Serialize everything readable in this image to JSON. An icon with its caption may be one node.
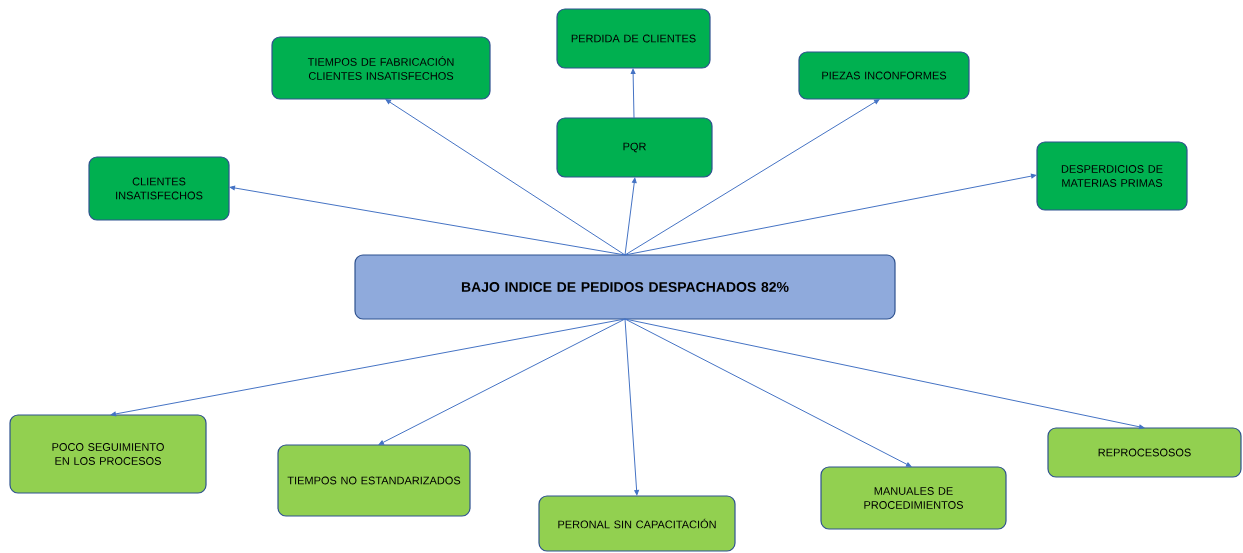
{
  "diagram": {
    "nodes": [
      {
        "text": [
          "PERDIDA DE CLIENTES"
        ]
      },
      {
        "text": [
          "TIEMPOS DE FABRICACIÓN CLIENTES INSATISFECHOS"
        ]
      },
      {
        "text": [
          "PIEZAS INCONFORMES"
        ]
      },
      {
        "text": [
          "PQR"
        ]
      },
      {
        "text": [
          "DESPERDICIOS DE MATERIAS PRIMAS"
        ]
      },
      {
        "text": [
          "CLIENTES INSATISFECHOS"
        ]
      },
      {
        "text": [
          "BAJO INDICE DE PEDIDOS DESPACHADOS 82%"
        ]
      },
      {
        "text": [
          "POCO SEGUIMIENTO EN LOS PROCESOS"
        ]
      },
      {
        "text": [
          "REPROCESOSOS"
        ]
      },
      {
        "text": [
          "TIEMPOS NO ESTANDARIZADOS"
        ]
      },
      {
        "text": [
          "MANUALES DE PROCEDIMIENTOS"
        ]
      },
      {
        "text": [
          "PERONAL SIN CAPACITACIÓN"
        ]
      }
    ],
    "edges": [
      {
        "from": 6,
        "to": 5,
        "arrow": "to"
      },
      {
        "from": 6,
        "to": 1,
        "arrow": "to"
      },
      {
        "from": 6,
        "to": 3,
        "arrow": "to"
      },
      {
        "from": 3,
        "to": 0,
        "arrow": "to"
      },
      {
        "from": 6,
        "to": 2,
        "arrow": "to"
      },
      {
        "from": 6,
        "to": 4,
        "arrow": "to"
      },
      {
        "from": 6,
        "to": 7,
        "arrow": "to"
      },
      {
        "from": 6,
        "to": 9,
        "arrow": "to"
      },
      {
        "from": 6,
        "to": 11,
        "arrow": "to"
      },
      {
        "from": 6,
        "to": 10,
        "arrow": "to"
      },
      {
        "from": 6,
        "to": 8,
        "arrow": "to"
      }
    ]
  }
}
